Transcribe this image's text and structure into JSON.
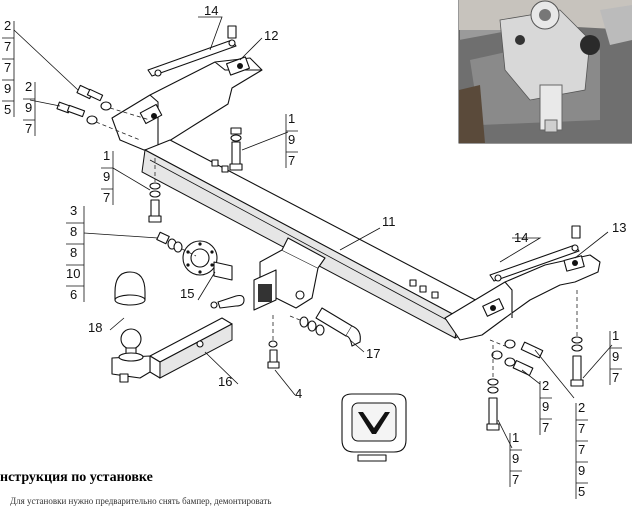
{
  "heading": "нструкция по установке",
  "subtext": "Для установки нужно предварительно снять бампер, демонтировать",
  "callouts": {
    "c14_top": "14",
    "c12": "12",
    "c11": "11",
    "c13": "13",
    "c14_right": "14",
    "c15": "15",
    "c16": "16",
    "c17": "17",
    "c18": "18",
    "c4": "4"
  },
  "label_columns": {
    "left_top": [
      "2",
      "7",
      "7",
      "9",
      "5"
    ],
    "left_mid": [
      "2",
      "9",
      "7"
    ],
    "left_bolt": [
      "1",
      "9",
      "7"
    ],
    "center_bolt": [
      "1",
      "9",
      "7"
    ],
    "left_washer": [
      "3",
      "8",
      "8",
      "10",
      "6"
    ],
    "right_mid": [
      "2",
      "9",
      "7"
    ],
    "right_long": [
      "2",
      "7",
      "7",
      "9",
      "5"
    ],
    "right_bolt_low": [
      "1",
      "9",
      "7"
    ],
    "right_bolt_high": [
      "1",
      "9",
      "7"
    ]
  },
  "icons": {
    "inset_photo": "vehicle-chassis-photo",
    "badge": "logo-badge-icon"
  }
}
